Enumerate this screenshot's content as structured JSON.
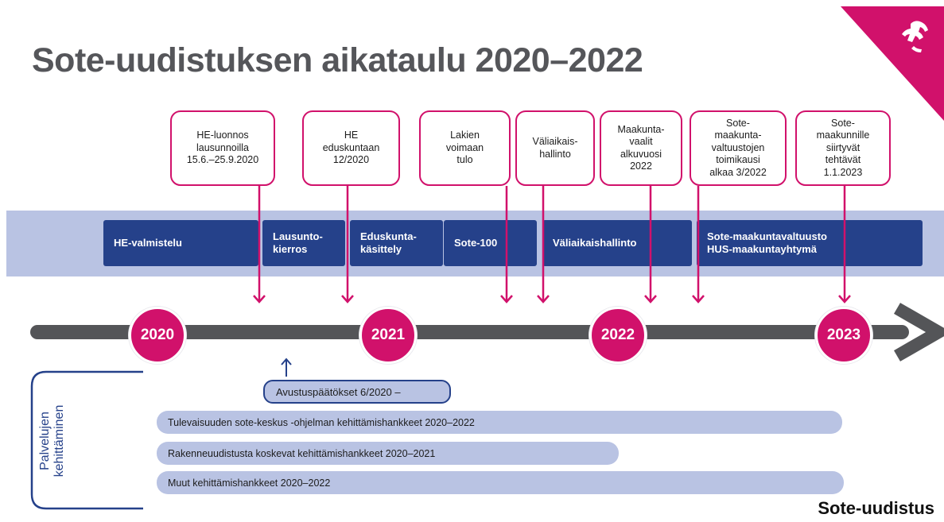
{
  "title": "Sote-uudistuksen aikataulu 2020–2022",
  "colors": {
    "accent": "#d1116b",
    "navy": "#25418a",
    "band": "#b9c3e3",
    "axis": "#545558",
    "title": "#55565a"
  },
  "logo_icon": "finnish-lion-crest-icon",
  "callouts": [
    "HE-luonnos\nlausunnoilla\n15.6.–25.9.2020",
    "HE\neduskuntaan\n12/2020",
    "Lakien\nvoimaan\ntulo",
    "Väliaikais-\nhallinto",
    "Maakunta-\nvaalit\nalkuvuosi\n2022",
    "Sote-\nmaakunta-\nvaltuustojen\ntoimikausi\nalkaa 3/2022",
    "Sote-\nmaakunnille\nsiirtyvät\ntehtävät\n1.1.2023"
  ],
  "phases": [
    "HE-valmistelu",
    "Lausunto-\nkierros",
    "Eduskunta-\nkäsittely",
    "Sote-100",
    "Väliaikaishallinto",
    "Sote-maakuntavaltuusto\nHUS-maakuntayhtymä"
  ],
  "years": [
    "2020",
    "2021",
    "2022",
    "2023"
  ],
  "avustus_label": "Avustuspäätökset 6/2020 –",
  "development_label": "Palvelujen\nkehittäminen",
  "development_bars": [
    "Tulevaisuuden sote-keskus -ohjelman kehittämishankkeet 2020–2022",
    "Rakenneuudistusta koskevat kehittämishankkeet 2020–2021",
    "Muut kehittämishankkeet 2020–2022"
  ],
  "footer": "Sote-uudistus"
}
